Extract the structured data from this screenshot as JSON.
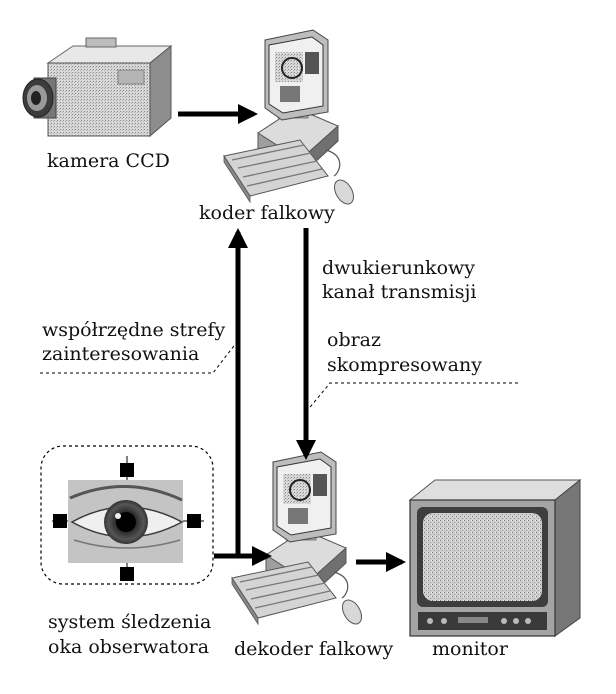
{
  "labels": {
    "camera": "kamera CCD",
    "encoder": "koder falkowy",
    "channel_line1": "dwukierunkowy",
    "channel_line2": "kanał transmisji",
    "coords_line1": "współrzędne strefy",
    "coords_line2": "zainteresowania",
    "image_line1": "obraz",
    "image_line2": "skompresowany",
    "tracker_line1": "system śledzenia",
    "tracker_line2": "oka obserwatora",
    "decoder": "dekoder falkowy",
    "monitor": "monitor"
  },
  "colors": {
    "ink": "#000000",
    "device_light": "#e2e2e2",
    "device_mid": "#a9a9a9",
    "device_dark": "#5e5e5e"
  },
  "icons": [
    "ccd-camera-icon",
    "computer-icon",
    "eye-icon",
    "crt-monitor-icon"
  ]
}
